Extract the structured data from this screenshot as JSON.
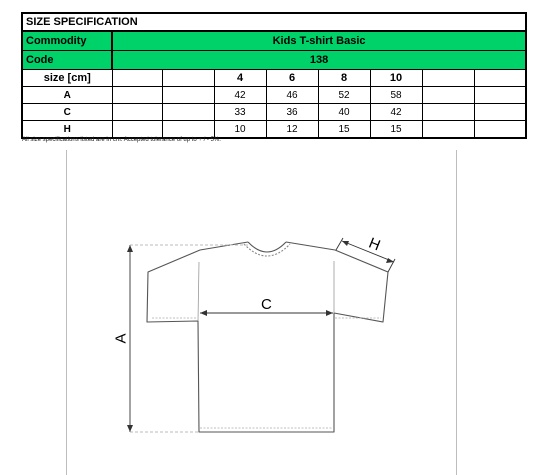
{
  "table": {
    "title": "SIZE SPECIFICATION",
    "commodity_label": "Commodity",
    "commodity_value": "Kids T-shirt Basic",
    "code_label": "Code",
    "code_value": "138",
    "size_header": "size [cm]",
    "sizes": [
      "4",
      "6",
      "8",
      "10"
    ],
    "rows": [
      {
        "label": "A",
        "values": [
          "42",
          "46",
          "52",
          "58"
        ]
      },
      {
        "label": "C",
        "values": [
          "33",
          "36",
          "40",
          "42"
        ]
      },
      {
        "label": "H",
        "values": [
          "10",
          "12",
          "15",
          "15"
        ]
      }
    ]
  },
  "note": "All size specifications listed are in cm. Accepted tolerance of up to + / - 5%.",
  "diagram": {
    "labels": {
      "a": "A",
      "c": "C",
      "h": "H"
    }
  }
}
